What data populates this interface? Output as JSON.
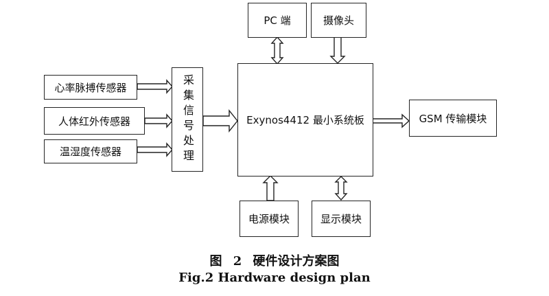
{
  "blocks": {
    "pc": "PC 端",
    "camera": "摄像头",
    "heart_sensor": "心率脉搏传感器",
    "ir_sensor": "人体红外传感器",
    "temp_sensor": "温湿度传感器",
    "signal_processing": "采集信号处理",
    "core_board": "Exynos4412 最小系统板",
    "gsm": "GSM 传输模块",
    "power": "电源模块",
    "display": "显示模块"
  },
  "caption": {
    "cn": "图 2 硬件设计方案图",
    "en": "Fig.2 Hardware design plan"
  }
}
